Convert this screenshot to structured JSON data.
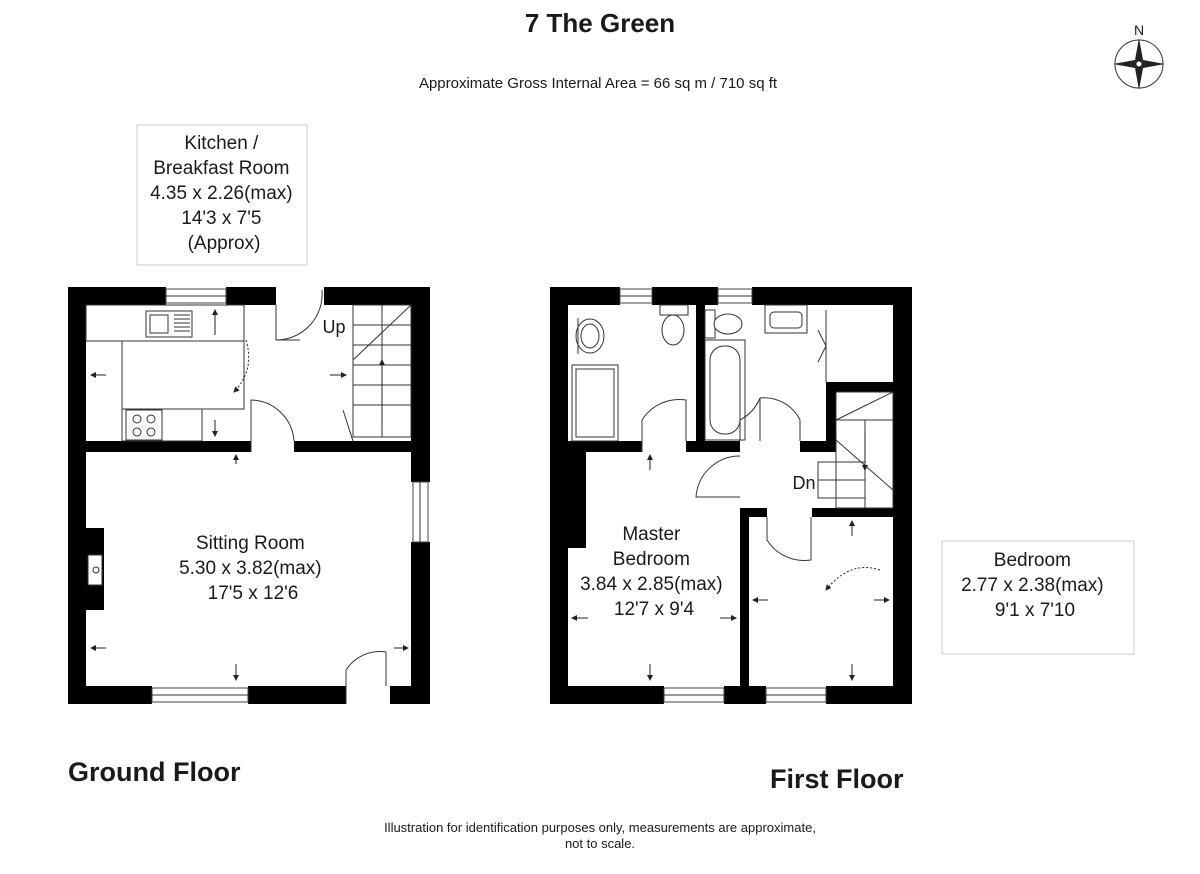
{
  "header": {
    "title": "7 The Green",
    "area": "Approximate Gross Internal Area = 66 sq m / 710 sq ft"
  },
  "compass": {
    "north_label": "N"
  },
  "floors": {
    "ground": {
      "label": "Ground Floor",
      "rooms": {
        "kitchen": {
          "lines": [
            "Kitchen /",
            "Breakfast Room",
            "4.35 x 2.26(max)",
            "14'3 x 7'5",
            "(Approx)"
          ]
        },
        "sitting": {
          "lines": [
            "Sitting Room",
            "5.30 x 3.82(max)",
            "17'5 x 12'6"
          ]
        }
      },
      "stairs_label": "Up"
    },
    "first": {
      "label": "First Floor",
      "rooms": {
        "master": {
          "lines": [
            "Master",
            "Bedroom",
            "3.84 x 2.85(max)",
            "12'7 x 9'4"
          ]
        },
        "bedroom": {
          "lines": [
            "Bedroom",
            "2.77 x 2.38(max)",
            "9'1 x 7'10"
          ]
        }
      },
      "stairs_label": "Dn"
    }
  },
  "footer": {
    "line1": "Illustration for identification purposes only, measurements are approximate,",
    "line2": "not to scale."
  }
}
